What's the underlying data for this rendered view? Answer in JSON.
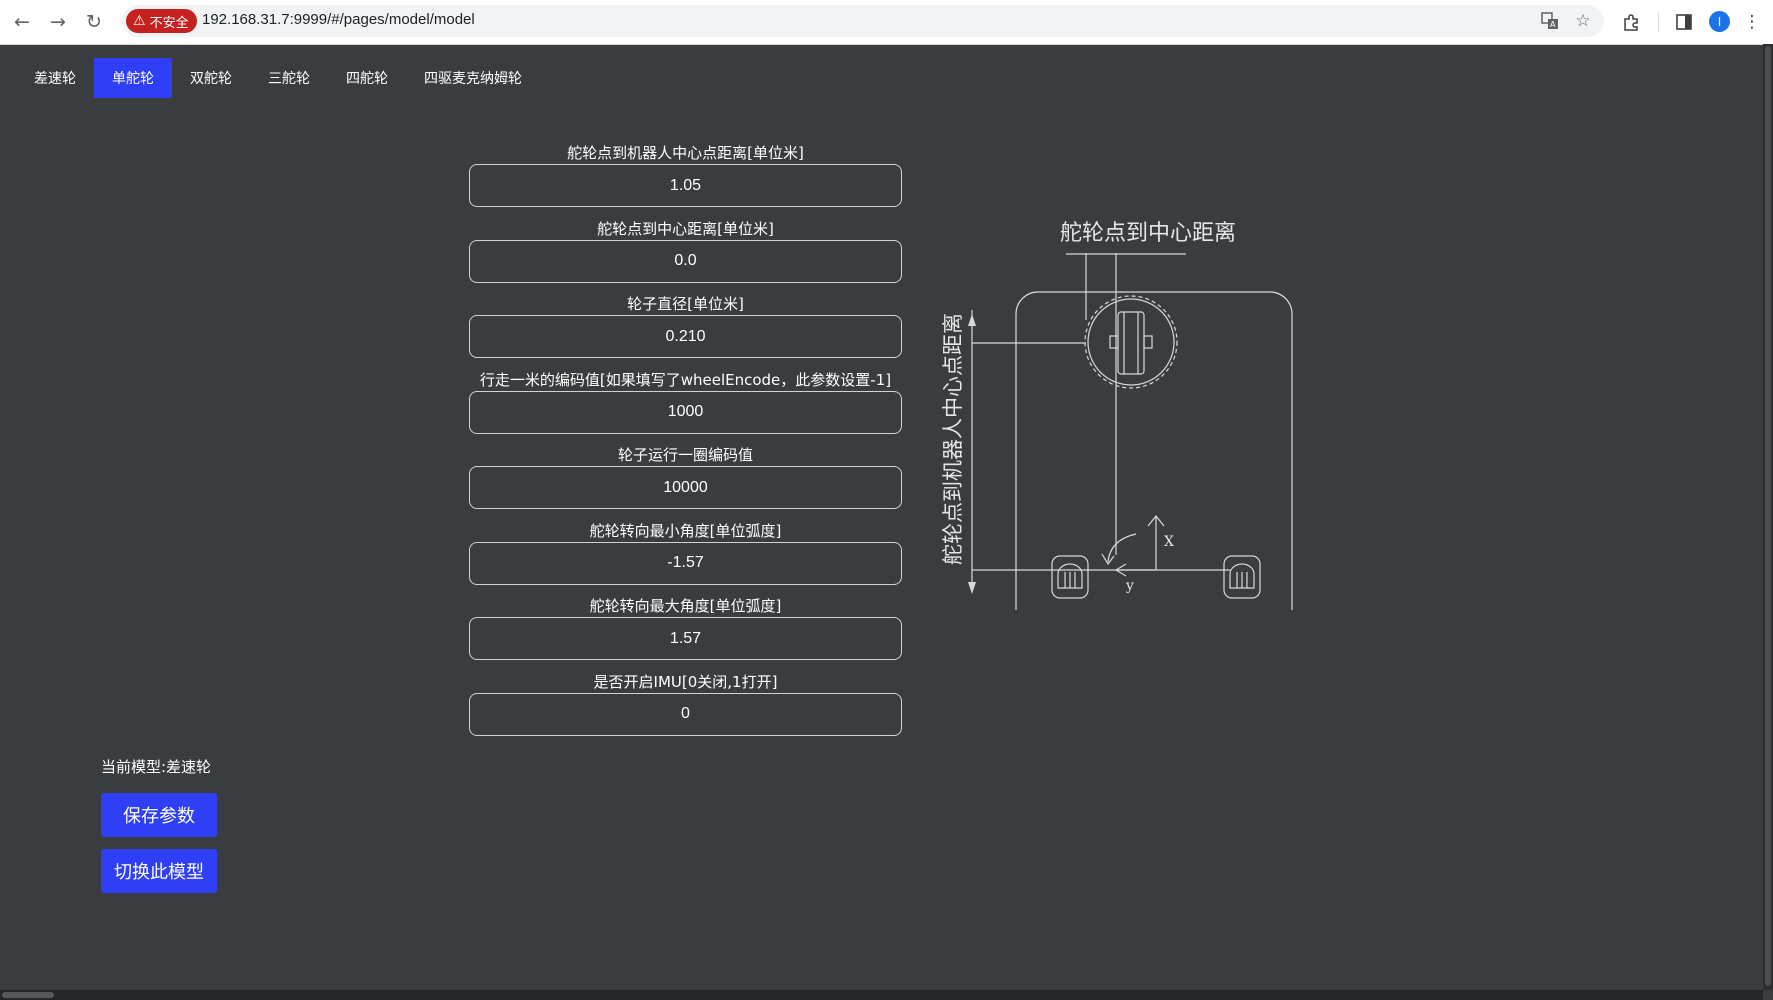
{
  "browser": {
    "security_label": "不安全",
    "url": "192.168.31.7:9999/#/pages/model/model",
    "profile_initial": "I"
  },
  "tabs": [
    {
      "label": "差速轮",
      "active": false
    },
    {
      "label": "单舵轮",
      "active": true
    },
    {
      "label": "双舵轮",
      "active": false
    },
    {
      "label": "三舵轮",
      "active": false
    },
    {
      "label": "四舵轮",
      "active": false
    },
    {
      "label": "四驱麦克纳姆轮",
      "active": false
    }
  ],
  "fields": [
    {
      "label": "舵轮点到机器人中心点距离[单位米]",
      "value": "1.05"
    },
    {
      "label": "舵轮点到中心距离[单位米]",
      "value": "0.0"
    },
    {
      "label": "轮子直径[单位米]",
      "value": "0.210"
    },
    {
      "label": "行走一米的编码值[如果填写了wheelEncode，此参数设置-1]",
      "value": "1000"
    },
    {
      "label": "轮子运行一圈编码值",
      "value": "10000"
    },
    {
      "label": "舵轮转向最小角度[单位弧度]",
      "value": "-1.57"
    },
    {
      "label": "舵轮转向最大角度[单位弧度]",
      "value": "1.57"
    },
    {
      "label": "是否开启IMU[0关闭,1打开]",
      "value": "0"
    }
  ],
  "current_model": "当前模型:差速轮",
  "buttons": {
    "save": "保存参数",
    "switch": "切换此模型"
  },
  "diagram": {
    "top_label": "舵轮点到中心距离",
    "side_label": "舵轮点到机器人中心点距离",
    "axis_x": "X",
    "axis_y": "y"
  },
  "colors": {
    "accent": "#2f3ff5",
    "background": "#3a3d40",
    "insecure": "#c5221f"
  }
}
